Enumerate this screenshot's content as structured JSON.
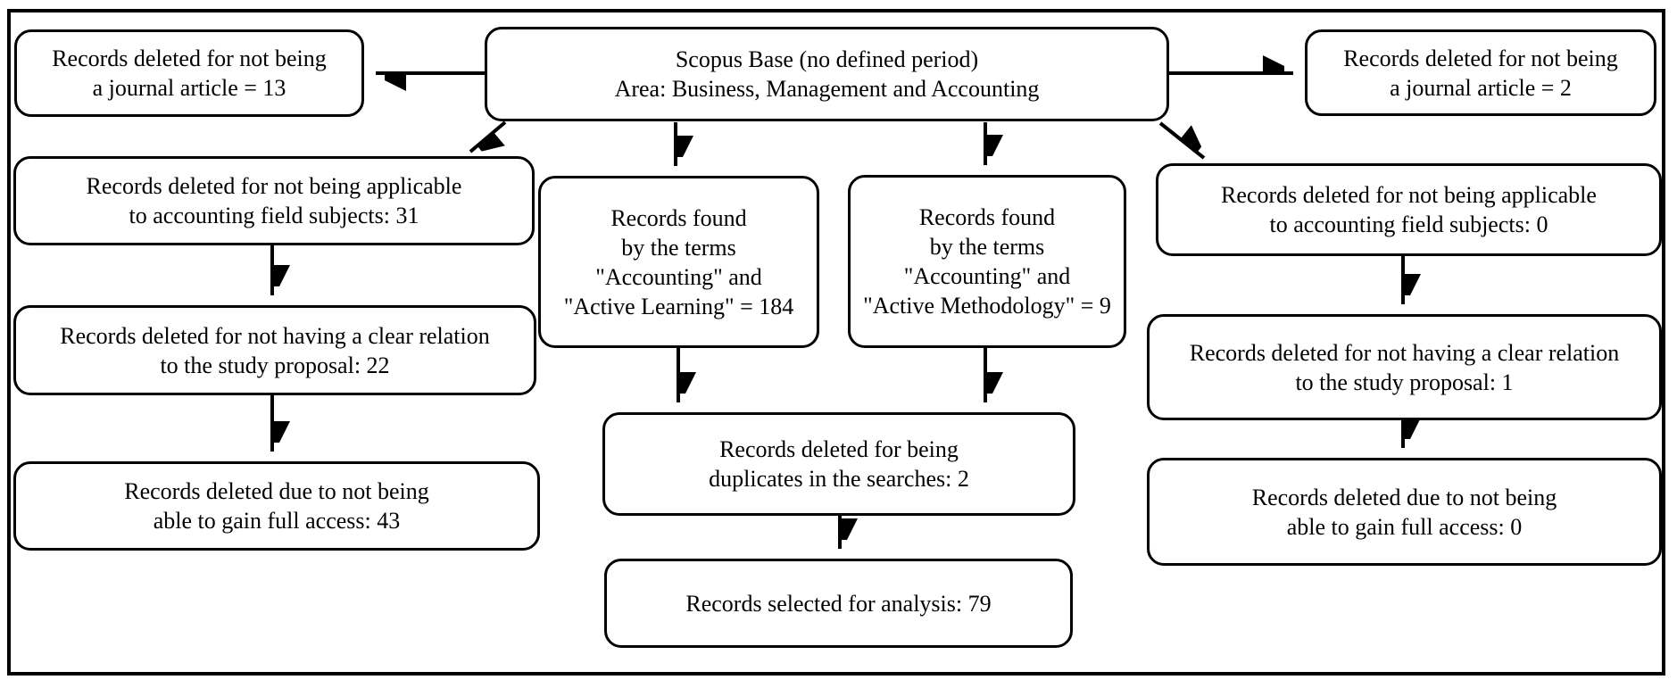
{
  "figure": {
    "type": "flowchart",
    "background_color": "#ffffff",
    "ink_color": "#000000"
  },
  "nodes": {
    "scopus": {
      "lines": [
        "Scopus Base (no defined period)",
        "Area: Business, Management and Accounting"
      ]
    },
    "left1": {
      "lines": [
        "Records deleted for not being",
        "a journal article = 13"
      ],
      "value": 13
    },
    "left2": {
      "lines": [
        "Records deleted for not being applicable",
        "to accounting field subjects: 31"
      ],
      "value": 31
    },
    "left3": {
      "lines": [
        "Records deleted for not having a clear relation",
        "to the study proposal: 22"
      ],
      "value": 22
    },
    "left4": {
      "lines": [
        "Records deleted due to not being",
        "able to gain full access: 43"
      ],
      "value": 43
    },
    "right1": {
      "lines": [
        "Records deleted for not being",
        "a journal article = 2"
      ],
      "value": 2
    },
    "right2": {
      "lines": [
        "Records deleted for not being applicable",
        "to accounting field subjects: 0"
      ],
      "value": 0
    },
    "right3": {
      "lines": [
        "Records deleted for not having a clear relation",
        "to the study proposal: 1"
      ],
      "value": 1
    },
    "right4": {
      "lines": [
        "Records deleted due to not being",
        "able to gain full access: 0"
      ],
      "value": 0
    },
    "mid1": {
      "lines": [
        "Records found",
        "by the terms",
        "\"Accounting\" and",
        "\"Active Learning\" = 184"
      ],
      "value": 184
    },
    "mid2": {
      "lines": [
        "Records found",
        "by the terms",
        "\"Accounting\" and",
        "\"Active Methodology\" = 9"
      ],
      "value": 9
    },
    "dup": {
      "lines": [
        "Records deleted for being",
        "duplicates in the searches: 2"
      ],
      "value": 2
    },
    "final": {
      "lines": [
        "Records selected for analysis: 79"
      ],
      "value": 79
    }
  },
  "edges": [
    {
      "from": "scopus",
      "to": "left1"
    },
    {
      "from": "scopus",
      "to": "right1"
    },
    {
      "from": "scopus",
      "to": "left2"
    },
    {
      "from": "scopus",
      "to": "mid1"
    },
    {
      "from": "scopus",
      "to": "mid2"
    },
    {
      "from": "scopus",
      "to": "right2"
    },
    {
      "from": "left2",
      "to": "left3"
    },
    {
      "from": "left3",
      "to": "left4"
    },
    {
      "from": "right2",
      "to": "right3"
    },
    {
      "from": "right3",
      "to": "right4"
    },
    {
      "from": "mid1",
      "to": "dup"
    },
    {
      "from": "mid2",
      "to": "dup"
    },
    {
      "from": "dup",
      "to": "final"
    }
  ]
}
